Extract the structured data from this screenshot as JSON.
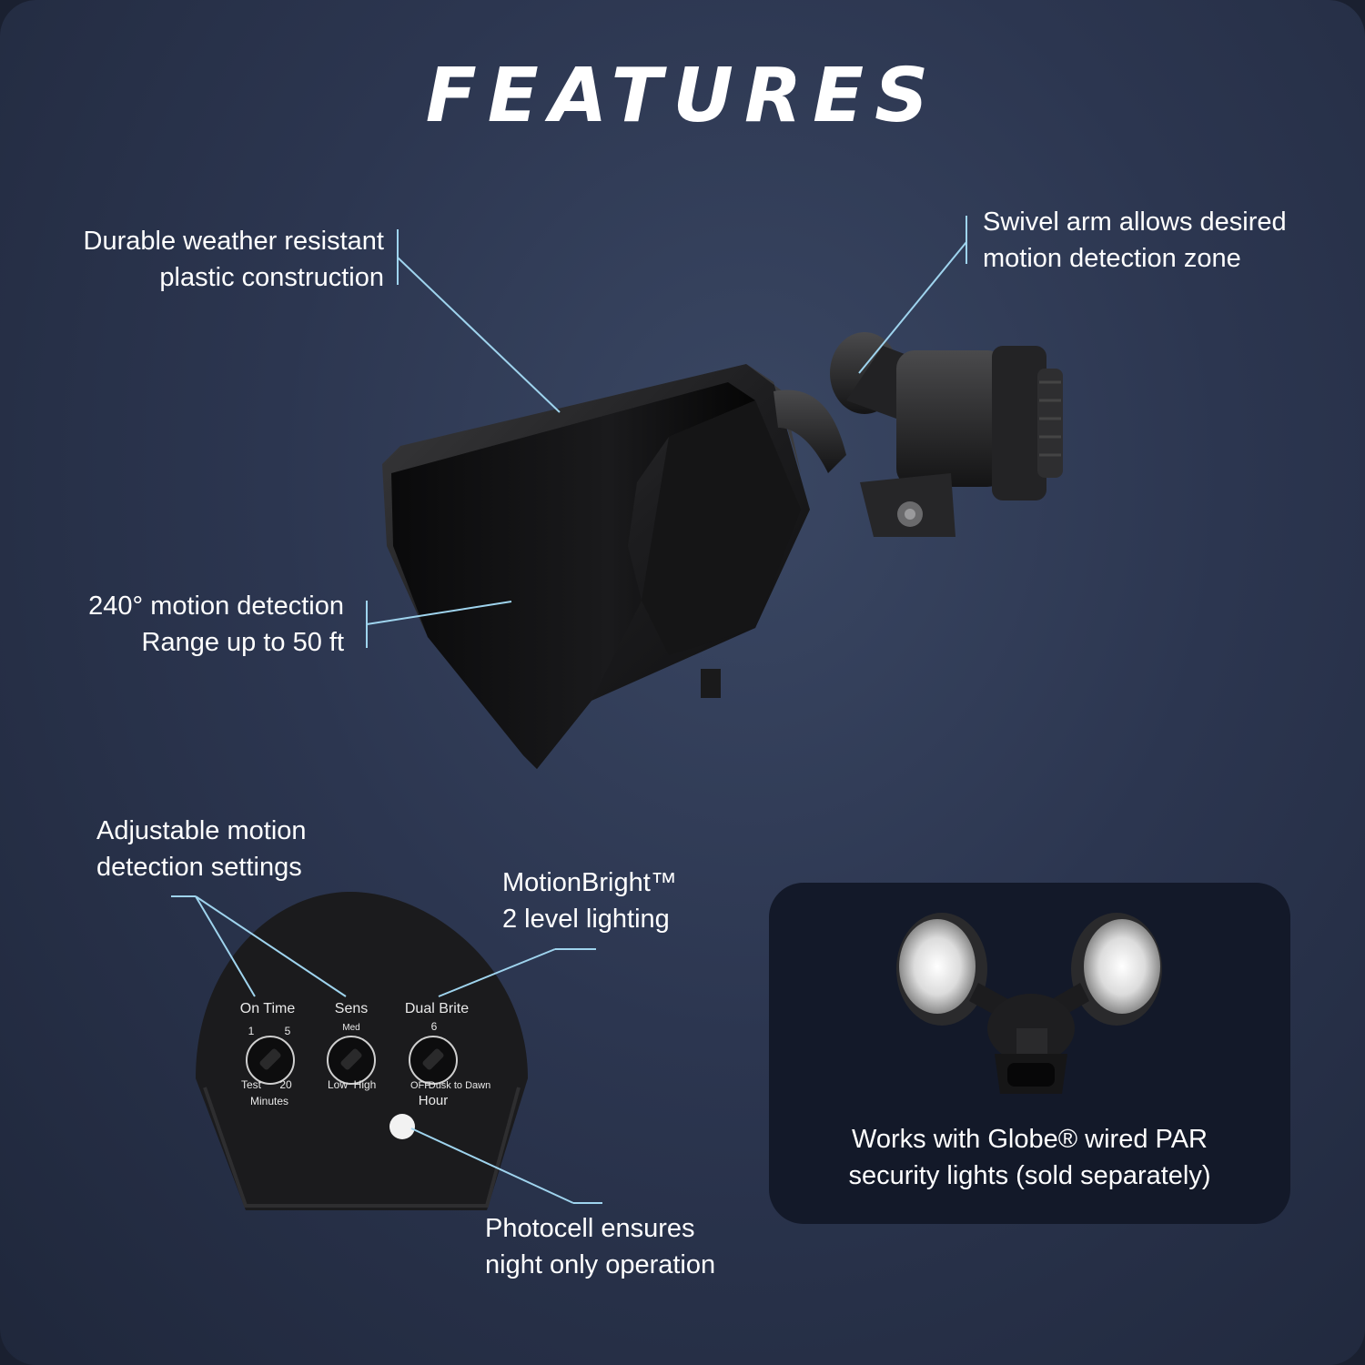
{
  "title": "FEATURES",
  "features": {
    "durable": [
      "Durable weather resistant",
      "plastic construction"
    ],
    "swivel": [
      "Swivel arm allows desired",
      "motion detection zone"
    ],
    "motion": [
      "240° motion detection",
      "Range up to 50 ft"
    ],
    "adjustable": [
      "Adjustable motion",
      "detection settings"
    ],
    "motionbright": [
      "MotionBright™",
      "2 level lighting"
    ],
    "photocell": [
      "Photocell ensures",
      "night only operation"
    ]
  },
  "dial_panel": {
    "on_time": {
      "label": "On Time",
      "min": "1",
      "max": "5",
      "low": "Test",
      "high": "20",
      "unit": "Minutes"
    },
    "sens": {
      "label": "Sens",
      "mid": "Med",
      "low": "Low",
      "high": "High"
    },
    "dual_brite": {
      "label": "Dual Brite",
      "mid": "6",
      "low": "OFF",
      "high": "Dusk to Dawn",
      "unit": "Hour"
    }
  },
  "compat": [
    "Works with Globe® wired PAR",
    "security lights (sold separately)"
  ],
  "colors": {
    "accent_line": "#9fd4ee",
    "text": "#ffffff",
    "panel": "#131929"
  }
}
